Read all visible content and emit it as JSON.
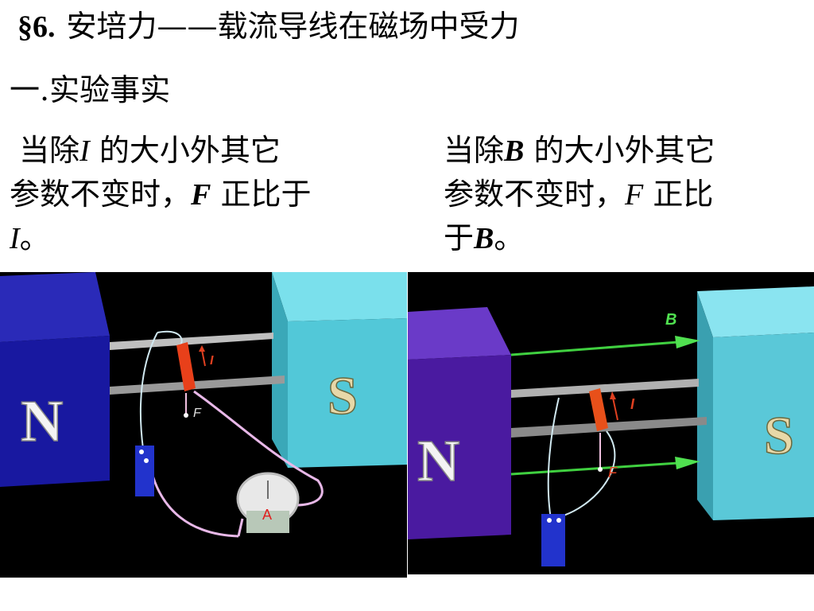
{
  "title": {
    "section": "§6.",
    "text": "安培力——载流导线在磁场中受力"
  },
  "heading": "一.实验事实",
  "left_text": {
    "l1_pre": "当除",
    "l1_var": "I",
    "l1_post": "的大小外其它",
    "l2_pre": "参数不变时，",
    "l2_var": "F",
    "l2_post": "正比于",
    "l3_var": "I",
    "l3_post": "。"
  },
  "right_text": {
    "l1_pre": "当除",
    "l1_var": "B",
    "l1_post": "的大小外其它",
    "l2_pre": "参数不变时，",
    "l2_var": "F",
    "l2_post": "正比",
    "l3_pre": "于",
    "l3_var": "B",
    "l3_post": "。"
  },
  "left_scene": {
    "magnet_n": "N",
    "magnet_s": "S",
    "current_label": "I",
    "force_label": "F",
    "ammeter_label": "A"
  },
  "right_scene": {
    "magnet_n": "N",
    "magnet_s": "S",
    "field_label": "B",
    "current_label": "I",
    "force_label": "F"
  },
  "colors": {
    "magnet_n_left": "#1a1aa8",
    "magnet_s": "#4cc8d8",
    "magnet_n_right": "#4a1aa0",
    "rod": "#e8401a",
    "field_arrow": "#40e040",
    "wire": "#e8b8e8"
  }
}
